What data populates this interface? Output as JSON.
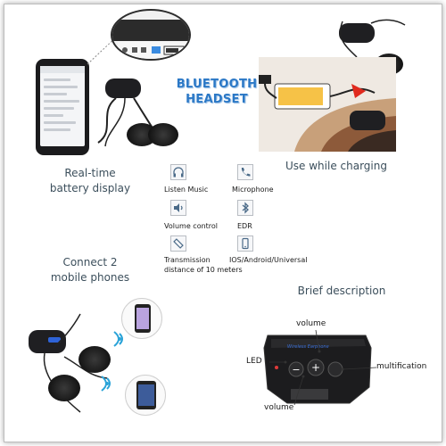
{
  "title": {
    "line1": "BLUETOOTH",
    "line2": "HEADSET"
  },
  "captions": {
    "battery_line1": "Real-time",
    "battery_line2": "battery display",
    "charging": "Use while charging",
    "phones_line1": "Connect 2",
    "phones_line2": "mobile phones",
    "brief": "Brief description"
  },
  "features": [
    {
      "label": "Listen Music",
      "icon": "headphones-icon"
    },
    {
      "label": "Microphone",
      "icon": "phone-icon"
    },
    {
      "label": "Volume control",
      "icon": "speaker-icon"
    },
    {
      "label": "EDR",
      "icon": "bluetooth-icon"
    },
    {
      "label": "Transmission distance of 10 meters",
      "label_line1": "Transmission",
      "label_line2": "distance of 10 meters",
      "icon": "ruler-icon"
    },
    {
      "label": "IOS/Android/Universal",
      "icon": "phone-device-icon"
    }
  ],
  "remote": {
    "volume_top": "volume",
    "led": "LED",
    "multification": "multification",
    "volume_bottom": "volume",
    "brand": "Wireless Earphone"
  },
  "colors": {
    "title_blue": "#2b78c6",
    "caption_text": "#3c4f5c",
    "wifi_blue": "#2aa3d8",
    "charge_red": "#e02a1e",
    "remote_blue": "#3a6fd8"
  }
}
